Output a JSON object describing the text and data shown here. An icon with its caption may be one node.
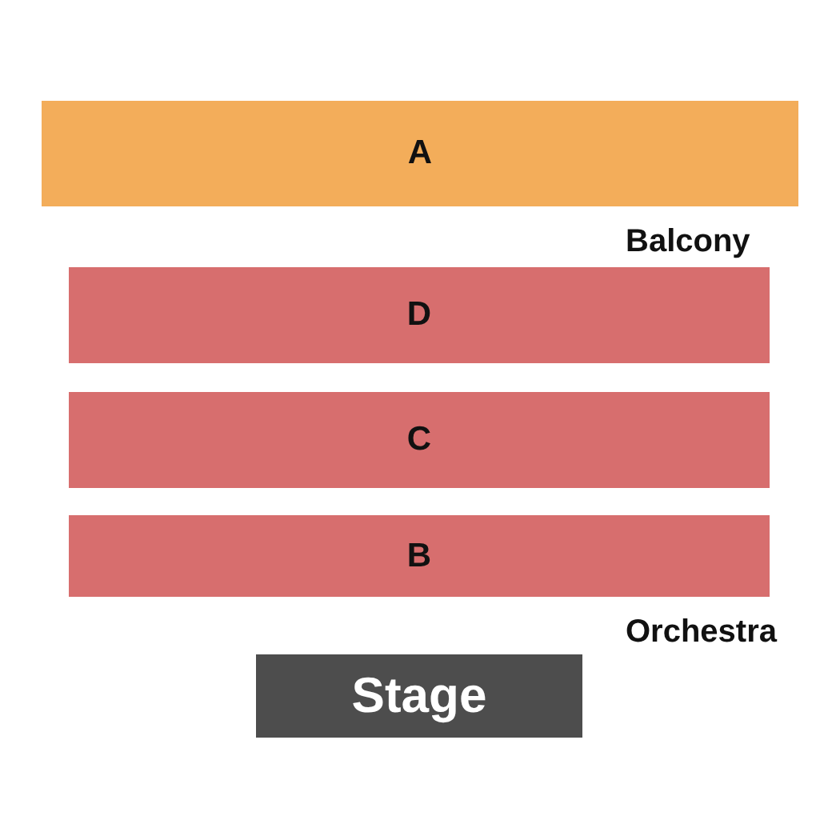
{
  "diagram": {
    "nodes": [
      {
        "text": [
          "A"
        ]
      },
      {
        "text": [
          "D"
        ]
      },
      {
        "text": [
          "C"
        ]
      },
      {
        "text": [
          "B"
        ]
      },
      {
        "text": [
          "Stage"
        ]
      }
    ],
    "labels": [
      "Balcony",
      "Orchestra"
    ]
  }
}
